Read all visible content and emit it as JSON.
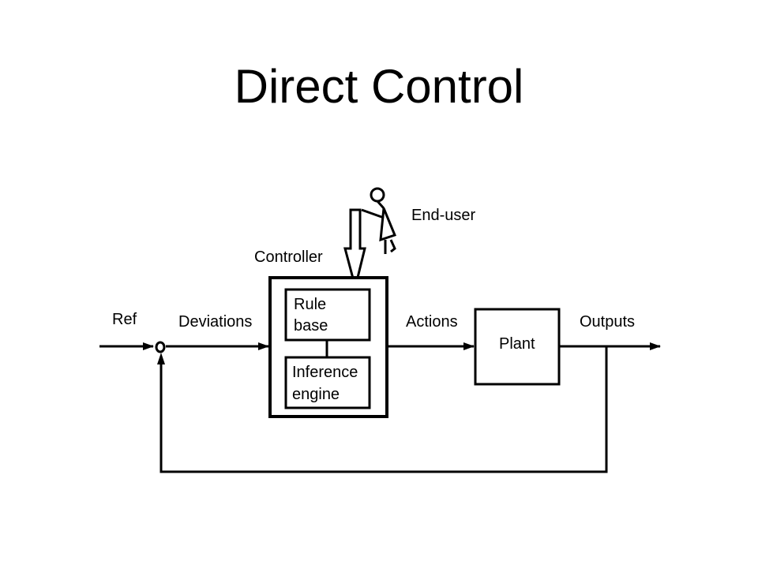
{
  "title": "Direct Control",
  "diagram": {
    "labels": {
      "end_user": "End-user",
      "controller": "Controller",
      "ref": "Ref",
      "deviations": "Deviations",
      "actions": "Actions",
      "outputs": "Outputs",
      "rule_base_line1": "Rule",
      "rule_base_line2": "base",
      "inference_line1": "Inference",
      "inference_line2": "engine",
      "plant": "Plant"
    }
  }
}
